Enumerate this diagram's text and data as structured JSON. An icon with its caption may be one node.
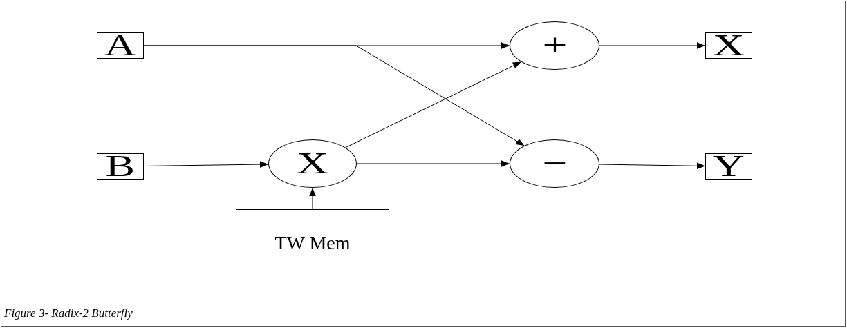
{
  "diagram": {
    "caption": "Figure 3- Radix-2 Butterfly",
    "nodes": [
      {
        "text": [
          "A"
        ]
      },
      {
        "text": [
          "B"
        ]
      },
      {
        "text": [
          "X"
        ]
      },
      {
        "text": [
          "+"
        ]
      },
      {
        "text": [
          "−"
        ]
      },
      {
        "text": [
          "X"
        ]
      },
      {
        "text": [
          "Y"
        ]
      },
      {
        "text": [
          "TW Mem"
        ]
      }
    ],
    "edges": [
      {
        "from": 0,
        "to": 3,
        "arrow": "to"
      },
      {
        "from": 0,
        "to": 4,
        "arrow": "to"
      },
      {
        "from": 1,
        "to": 2,
        "arrow": "to"
      },
      {
        "from": 2,
        "to": 3,
        "arrow": "to"
      },
      {
        "from": 2,
        "to": 4,
        "arrow": "to"
      },
      {
        "from": 7,
        "to": 2,
        "arrow": "to"
      },
      {
        "from": 3,
        "to": 5,
        "arrow": "to"
      },
      {
        "from": 4,
        "to": 6,
        "arrow": "to"
      }
    ]
  }
}
